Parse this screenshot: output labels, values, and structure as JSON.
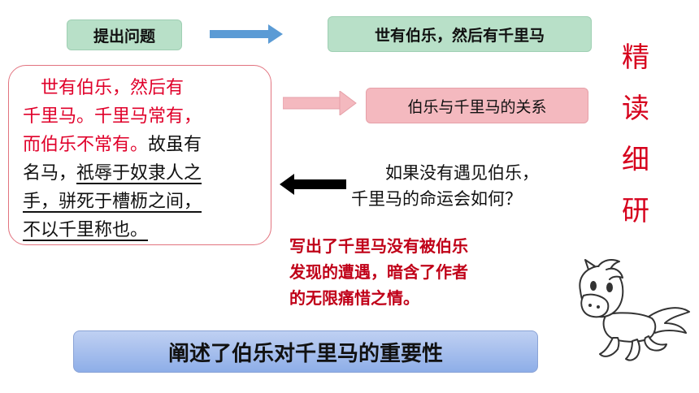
{
  "header": {
    "question_label": "提出问题",
    "premise_label": "世有伯乐，然后有千里马",
    "relation_label": "伯乐与千里马的关系"
  },
  "quote": {
    "line1_indent": "　",
    "line1": "世有伯乐，然后有",
    "line2": "千里马。千里马常有，",
    "line3a": "而伯乐不常有。",
    "line3b": "故虽有",
    "line4a": "名马，",
    "line4b": "祇辱于奴隶人之",
    "line5": "手，骈死于槽枥之间，",
    "line6": "不以千里称也。"
  },
  "question": {
    "line1": "　　如果没有遇见伯乐，",
    "line2": "千里马的命运会如何？"
  },
  "note": {
    "line1": "写出了千里马没有被伯乐",
    "line2": "发现的遭遇，暗含了作者",
    "line3": "的无限痛惜之情。"
  },
  "side_title": [
    "精",
    "读",
    "细",
    "研"
  ],
  "summary": "阐述了伯乐对千里马的重要性",
  "icons": {
    "blue_arrow": "arrow-right-icon",
    "pink_arrow": "arrow-right-icon",
    "black_arrow": "arrow-left-icon",
    "horse": "horse-icon"
  },
  "colors": {
    "green": "#b8e0c8",
    "pink": "#f4b9bf",
    "red_text": "#e0002a",
    "blue_bar": "#a9c0ee"
  }
}
